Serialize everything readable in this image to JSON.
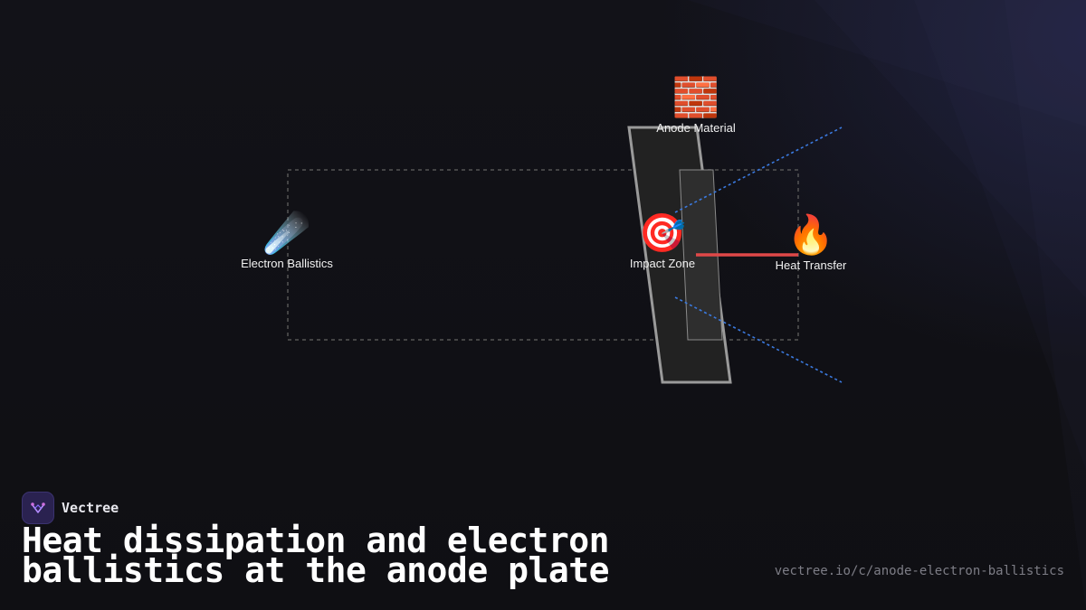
{
  "brand": {
    "name": "Vectree",
    "logo_icon": "vectree-logo-icon"
  },
  "title": "Heat dissipation and electron ballistics at the anode plate",
  "url": "vectree.io/c/anode-electron-ballistics",
  "colors": {
    "background": "#111116",
    "beam_blue": "#3b7ae0",
    "heat_red": "#e04848",
    "plate_fill": "#222222",
    "plate_stroke": "#9a9a9a",
    "box_dash": "#555555"
  },
  "nodes": {
    "electron": {
      "emoji": "☄️",
      "icon": "comet-icon",
      "label": "Electron Ballistics"
    },
    "anode": {
      "emoji": "🧱",
      "icon": "brick-icon",
      "label": "Anode Material"
    },
    "impact": {
      "emoji": "🎯",
      "icon": "target-icon",
      "label": "Impact Zone"
    },
    "heat": {
      "emoji": "🔥",
      "icon": "fire-icon",
      "label": "Heat Transfer"
    }
  }
}
